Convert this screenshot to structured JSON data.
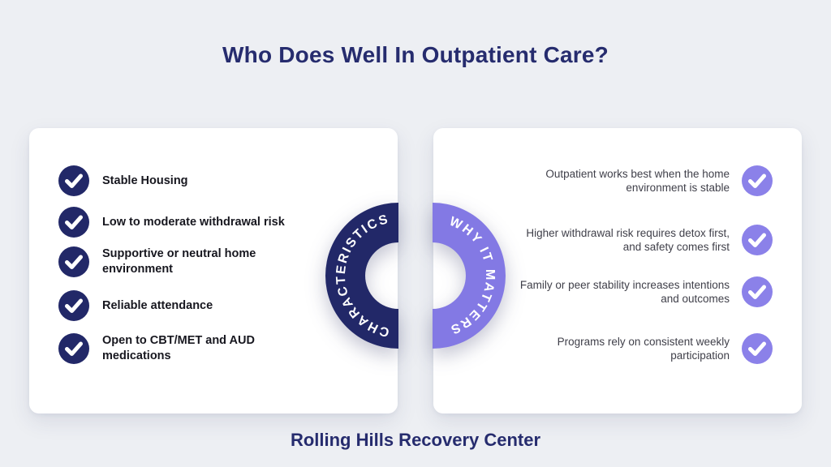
{
  "title": "Who Does Well In Outpatient Care?",
  "footer": "Rolling Hills Recovery Center",
  "colors": {
    "background": "#edeff3",
    "card": "#ffffff",
    "navy": "#222868",
    "purple": "#8379e4",
    "purple_badge": "#8b81e9",
    "heading_text": "#262c6e",
    "left_item_text": "#17171f",
    "right_item_text": "#3f3f49",
    "check_mark": "#ffffff"
  },
  "left_panel": {
    "ring_label": "CHARACTERISTICS",
    "icon": "check-circle-icon",
    "items": [
      {
        "text": "Stable Housing"
      },
      {
        "text": "Low to moderate withdrawal risk"
      },
      {
        "text": "Supportive or neutral home environment"
      },
      {
        "text": "Reliable attendance"
      },
      {
        "text": "Open to CBT/MET and AUD medications"
      }
    ]
  },
  "right_panel": {
    "ring_label": "WHY IT MATTERS",
    "icon": "check-circle-icon",
    "items": [
      {
        "text": "Outpatient works best when the home environment is stable"
      },
      {
        "text": "Higher withdrawal risk requires detox first, and safety comes first"
      },
      {
        "text": "Family or peer stability increases intentions and outcomes"
      },
      {
        "text": "Programs rely on consistent weekly participation"
      }
    ]
  }
}
